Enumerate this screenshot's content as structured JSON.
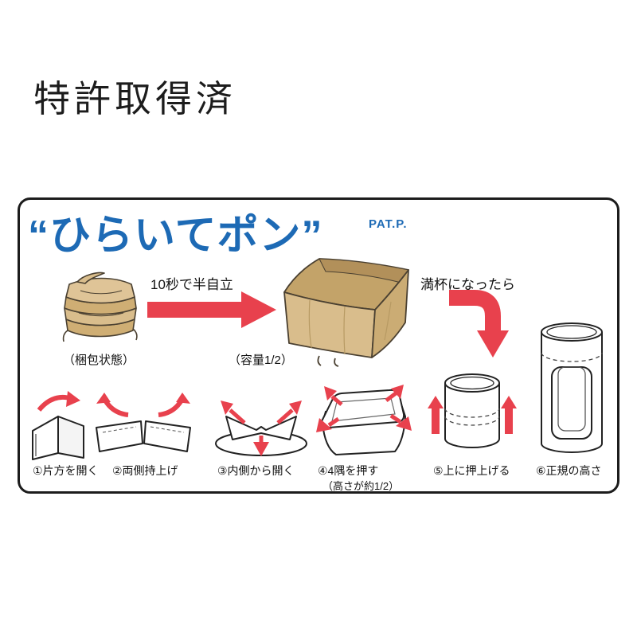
{
  "page": {
    "patent_label": "特許取得済"
  },
  "panel": {
    "title": "“ひらいてポン”",
    "pat_p": "PAT.P.",
    "packed_label": "（梱包状態）",
    "open_duration_label": "10秒で半自立",
    "capacity_label": "（容量1/2）",
    "full_label": "満杯になったら",
    "steps": [
      {
        "label": "①片方を開く"
      },
      {
        "label": "②両側持上げ"
      },
      {
        "label": "③内側から開く"
      },
      {
        "label": "④4隅を押す",
        "sublabel": "（高さが約1/2）"
      },
      {
        "label": "⑤上に押上げる"
      },
      {
        "label": "⑥正規の高さ"
      }
    ],
    "colors": {
      "title_blue": "#1d6ab5",
      "arrow_red": "#e8414d",
      "bag_tan": "#d9bd8c",
      "bag_tan_dark": "#c3a369",
      "outline": "#1c1c1c"
    }
  }
}
